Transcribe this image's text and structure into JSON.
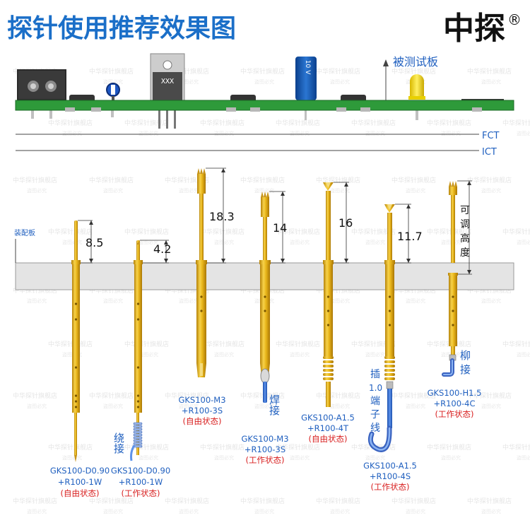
{
  "header": {
    "title": "探针使用推荐效果图",
    "brand": "中探",
    "registered": "®"
  },
  "board": {
    "label": "被测试板",
    "component_text": "XXX",
    "capacitor_text": "10 V"
  },
  "lines": {
    "fct": "FCT",
    "ict": "ICT"
  },
  "fixture": {
    "label": "装配板"
  },
  "watermark": {
    "store": "中华探针旗舰店",
    "copyright": "盗图必究"
  },
  "probes": [
    {
      "height": "8.5",
      "model": "GKS100-D0.90",
      "receptacle": "+R100-1W",
      "state": "(自由状态)"
    },
    {
      "height": "4.2",
      "model": "GKS100-D0.90",
      "receptacle": "+R100-1W",
      "state": "(工作状态)",
      "method": "绕接"
    },
    {
      "height": "18.3",
      "model": "GKS100-M3",
      "receptacle": "+R100-3S",
      "state": "(自由状态)"
    },
    {
      "height": "14",
      "model": "GKS100-M3",
      "receptacle": "+R100-3S",
      "state": "(工作状态)",
      "method": "焊接"
    },
    {
      "height": "16",
      "model": "GKS100-A1.5",
      "receptacle": "+R100-4T",
      "state": "(自由状态)"
    },
    {
      "height": "11.7",
      "model": "GKS100-A1.5",
      "receptacle": "+R100-4S",
      "state": "(工作状态)",
      "method_line1": "插",
      "method_line2": "1.0",
      "method_line3": "端",
      "method_line4": "子",
      "method_line5": "线"
    },
    {
      "height_line1": "可",
      "height_line2": "调",
      "height_line3": "高",
      "height_line4": "度",
      "model": "GKS100-H1.5",
      "receptacle": "+R100-4C",
      "state": "(工作状态)",
      "method_line1": "柳",
      "method_line2": "接"
    }
  ],
  "colors": {
    "title": "#1b6fc8",
    "pcb": "#2e9a3a",
    "gold": "#e8b51a",
    "gold_dark": "#b8860b",
    "plate": "#e4e4e4",
    "label_blue": "#1f5fbf",
    "state_red": "#d81e1e"
  }
}
